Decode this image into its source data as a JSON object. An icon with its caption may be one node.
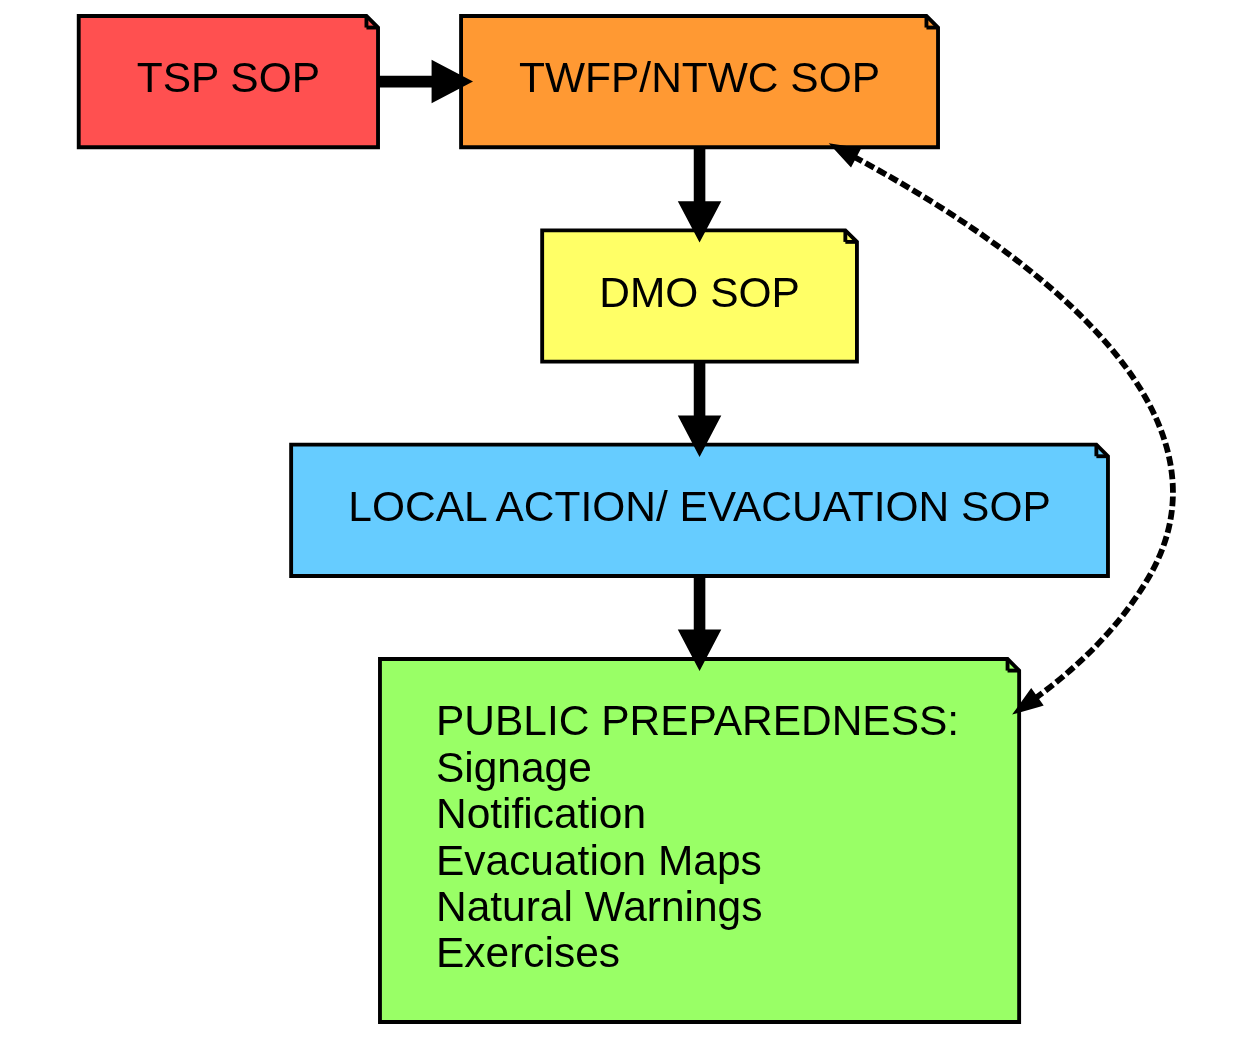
{
  "diagram": {
    "nodes": [
      {
        "text": [
          "TSP SOP"
        ]
      },
      {
        "text": [
          "TWFP/NTWC SOP"
        ]
      },
      {
        "text": [
          "DMO SOP"
        ]
      },
      {
        "text": [
          "LOCAL ACTION/ EVACUATION SOP"
        ]
      },
      {
        "text": [
          "PUBLIC PREPAREDNESS:",
          "Signage",
          "Notification",
          "Evacuation Maps",
          "Natural Warnings",
          "Exercises"
        ]
      }
    ],
    "edges": [
      {
        "from": 0,
        "to": 1,
        "arrow": "to"
      },
      {
        "from": 1,
        "to": 4,
        "arrow": "both",
        "style": "dashed"
      },
      {
        "from": 1,
        "to": 2,
        "arrow": "to"
      },
      {
        "from": 2,
        "to": 3,
        "arrow": "to"
      },
      {
        "from": 3,
        "to": 4,
        "arrow": "to"
      }
    ]
  }
}
